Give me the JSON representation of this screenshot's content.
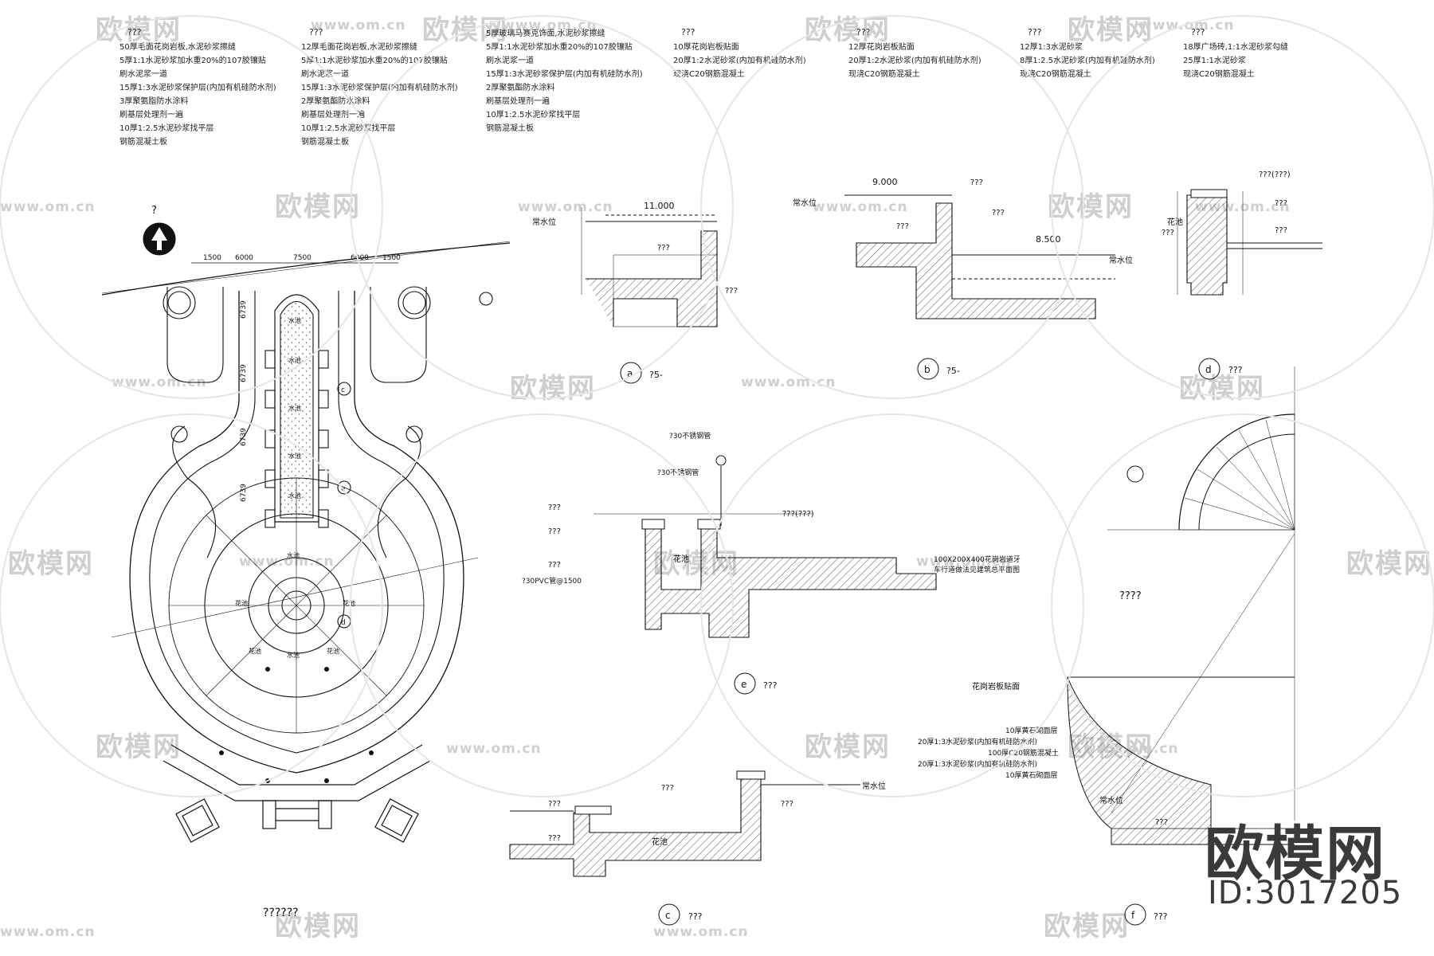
{
  "notes": [
    {
      "heading": "???",
      "lines": [
        "50厚毛面花岗岩板,水泥砂浆擦缝",
        "5厚1:1水泥砂浆加水重20%的107胶镶贴",
        "刷水泥浆一道",
        "15厚1:3水泥砂浆保护层(内加有机硅防水剂)",
        "3厚聚氨脂防水涂料",
        "刷基层处理剂一遍",
        "10厚1:2.5水泥砂浆找平层",
        "钢筋混凝土板"
      ]
    },
    {
      "heading": "???",
      "lines": [
        "12厚毛面花岗岩板,水泥砂浆擦缝",
        "5厚1:1水泥砂浆加水重20%的107胶镶贴",
        "刷水泥浆一道",
        "15厚1:3水泥砂浆保护层(内加有机硅防水剂)",
        "2厚聚氨酯防水涂料",
        "刷基层处理剂一遍",
        "10厚1:2.5水泥砂浆找平层",
        "钢筋混凝土板"
      ]
    },
    {
      "heading": "",
      "lines": [
        "5厚玻璃马赛克饰面,水泥砂浆擦缝",
        "5厚1:1水泥砂浆加水重20%的107胶镶贴",
        "刷水泥浆一道",
        "15厚1:3水泥砂浆保护层(内加有机硅防水剂)",
        "2厚聚氨酯防水涂料",
        "刷基层处理剂一遍",
        "10厚1:2.5水泥砂浆找平层",
        "钢筋混凝土板"
      ]
    },
    {
      "heading": "???",
      "lines": [
        "10厚花岗岩板贴面",
        "20厚1:2水泥砂浆(内加有机硅防水剂)",
        "现浇C20钢筋混凝土"
      ]
    },
    {
      "heading": "???",
      "lines": [
        "12厚花岗岩板贴面",
        "20厚1:2水泥砂浆(内加有机硅防水剂)",
        "现浇C20钢筋混凝土"
      ]
    },
    {
      "heading": "???",
      "lines": [
        "12厚1:3水泥砂浆",
        "8厚1:2.5水泥砂浆(内加有机硅防水剂)",
        "现浇C20钢筋混凝土"
      ]
    },
    {
      "heading": "???",
      "lines": [
        "18厚广场砖,1:1水泥砂浆勾缝",
        "25厚1:1水泥砂浆",
        "现浇C20钢筋混凝土"
      ]
    }
  ],
  "plan": {
    "north_mark": "?",
    "dims_top": [
      "1500",
      "6000",
      "7500",
      "6000",
      "1500"
    ],
    "dims_side": [
      "6739",
      "6739",
      "6739",
      "6739"
    ],
    "labels": {
      "water": "水池",
      "planter": "花池",
      "c_mark": "c",
      "e_mark": "e",
      "d_mark": "d"
    },
    "caption": "??????"
  },
  "sections": {
    "a": {
      "mark": "a",
      "caption": "?5-",
      "level": "11.000",
      "water_level": "常水位",
      "q": "???"
    },
    "b": {
      "mark": "b",
      "caption": "?5-",
      "level_top": "9.000",
      "level_low": "8.500",
      "water_level": "常水位",
      "q": "???"
    },
    "d": {
      "mark": "d",
      "caption": "???",
      "planter": "花池",
      "q": "???",
      "q2": "???(???)"
    },
    "e": {
      "mark": "e",
      "caption": "???",
      "pipe1": "?30不锈钢管",
      "pipe2": "?30不锈钢管",
      "pvc": "?30PVC管@1500",
      "planter": "花池",
      "tile": "100X200X400花岗岩道牙",
      "note": "车行道做法见建筑总平面图",
      "q": "???",
      "q2": "???(???)"
    },
    "c": {
      "mark": "c",
      "caption": "???",
      "planter": "花池",
      "water_level": "常水位",
      "q": "???"
    },
    "f": {
      "mark": "f",
      "caption": "???",
      "center": "????",
      "water_level": "常水位",
      "edge": "花岗岩板贴面",
      "layers": [
        "10厚黄石砌面层",
        "20厚1:3水泥砂浆(内加有机硅防水剂)",
        "100厚C20钢筋混凝土",
        "20厚1:3水泥砂浆(内加有机硅防水剂)",
        "10厚黄石砌面层"
      ],
      "q": "???"
    }
  },
  "watermark": {
    "logo": "欧模网",
    "url": "www.om.cn"
  },
  "brand": {
    "name": "欧模网",
    "id": "ID:3017205"
  }
}
